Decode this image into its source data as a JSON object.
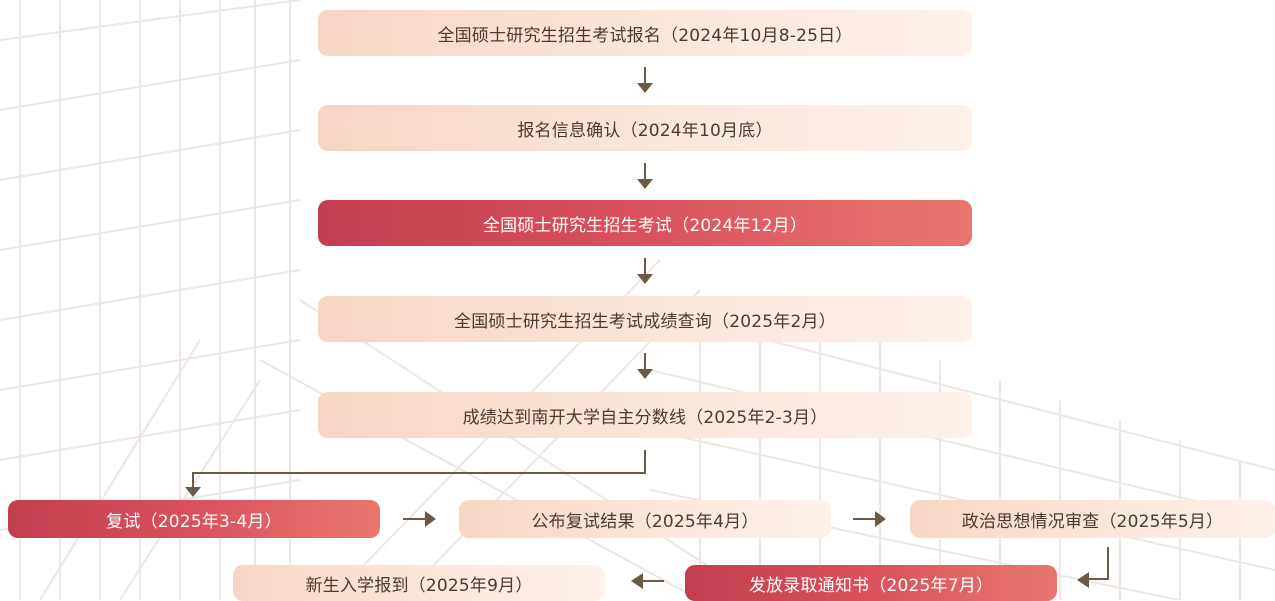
{
  "theme": {
    "accent": "#c9404f",
    "light_step": "#fbe5d8",
    "connector": "#6b5a48"
  },
  "steps": [
    {
      "label": "全国硕士研究生招生考试报名（2024年10月8-25日）",
      "style": "light"
    },
    {
      "label": "报名信息确认（2024年10月底）",
      "style": "light"
    },
    {
      "label": "全国硕士研究生招生考试（2024年12月）",
      "style": "dark"
    },
    {
      "label": "全国硕士研究生招生考试成绩查询（2025年2月）",
      "style": "light"
    },
    {
      "label": "成绩达到南开大学自主分数线（2025年2-3月）",
      "style": "light"
    },
    {
      "label": "复试（2025年3-4月）",
      "style": "dark"
    },
    {
      "label": "公布复试结果（2025年4月）",
      "style": "light"
    },
    {
      "label": "政治思想情况审查（2025年5月）",
      "style": "light"
    },
    {
      "label": "发放录取通知书（2025年7月）",
      "style": "dark"
    },
    {
      "label": "新生入学报到（2025年9月）",
      "style": "light"
    }
  ]
}
